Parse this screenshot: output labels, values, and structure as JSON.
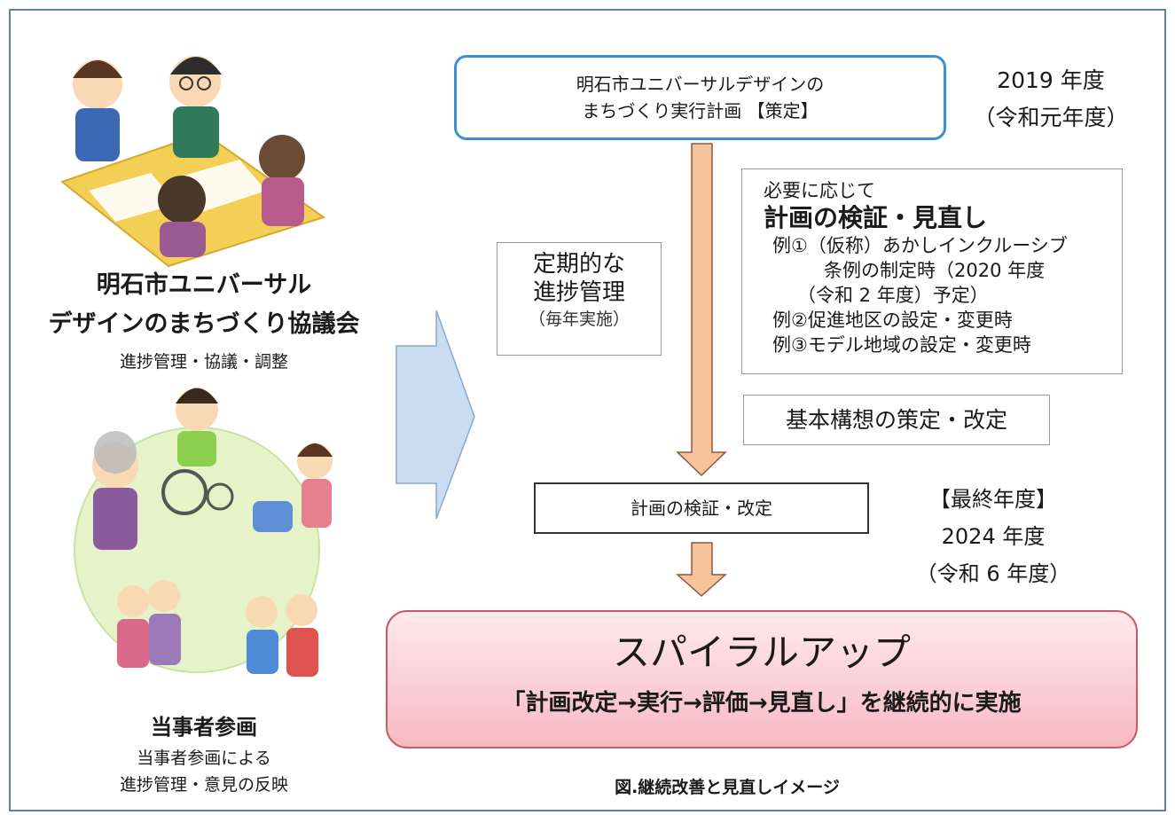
{
  "council": {
    "title_line1": "明石市ユニバーサル",
    "title_line2": "デザインのまちづくり協議会",
    "subtitle": "進捗管理・協議・調整"
  },
  "participation": {
    "title": "当事者参画",
    "line1": "当事者参画による",
    "line2": "進捗管理・意見の反映"
  },
  "plan": {
    "line1": "明石市ユニバーサルデザインの",
    "line2": "まちづくり実行計画 【策定】",
    "year": "2019 年度",
    "era": "（令和元年度）"
  },
  "periodic": {
    "line1": "定期的な",
    "line2": "進捗管理",
    "line3": "（毎年実施）"
  },
  "review": {
    "line1": "必要に応じて",
    "head": "計画の検証・見直し",
    "ex1a": "例①（仮称）あかしインクルーシブ",
    "ex1b": "条例の制定時（2020 年度",
    "ex1c": "（令和 2 年度）予定）",
    "ex2": "例②促進地区の設定・変更時",
    "ex3": "例③モデル地域の設定・変更時"
  },
  "concept": {
    "label": "基本構想の策定・改定"
  },
  "verify": {
    "label": "計画の検証・改定"
  },
  "final": {
    "tag": "【最終年度】",
    "year": "2024 年度",
    "era": "（令和 6 年度）"
  },
  "spiral": {
    "title": "スパイラルアップ",
    "sub": "「計画改定→実行→評価→見直し」を継続的に実施"
  },
  "caption": "図.継続改善と見直しイメージ",
  "colors": {
    "frame": "#5f7fa3",
    "plan_border": "#3d8fd4",
    "arrow_fill": "#f6c39b",
    "arrow_stroke": "#8a5a3a",
    "big_arrow": "#c9dcf2",
    "spiral_top": "#ffe9ee",
    "spiral_bottom": "#f7b9c3",
    "circle_fill": "#e6f3c9"
  }
}
